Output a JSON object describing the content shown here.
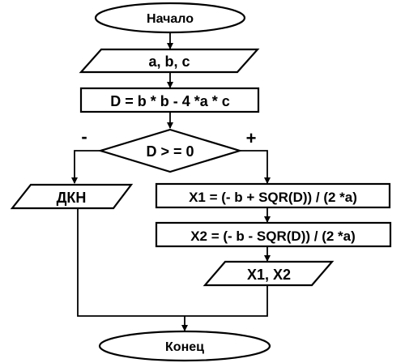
{
  "flowchart": {
    "start": "Начало",
    "input": "a, b, c",
    "discriminant": "D = b * b - 4 *a * c",
    "condition": "D > = 0",
    "branch_no": "-",
    "branch_yes": "+",
    "no_roots_output": "ДКН",
    "root1": "X1 = (- b + SQR(D)) / (2 *a)",
    "root2": "X2 = (- b - SQR(D)) / (2 *a)",
    "roots_output": "X1, X2",
    "end": "Конец"
  }
}
